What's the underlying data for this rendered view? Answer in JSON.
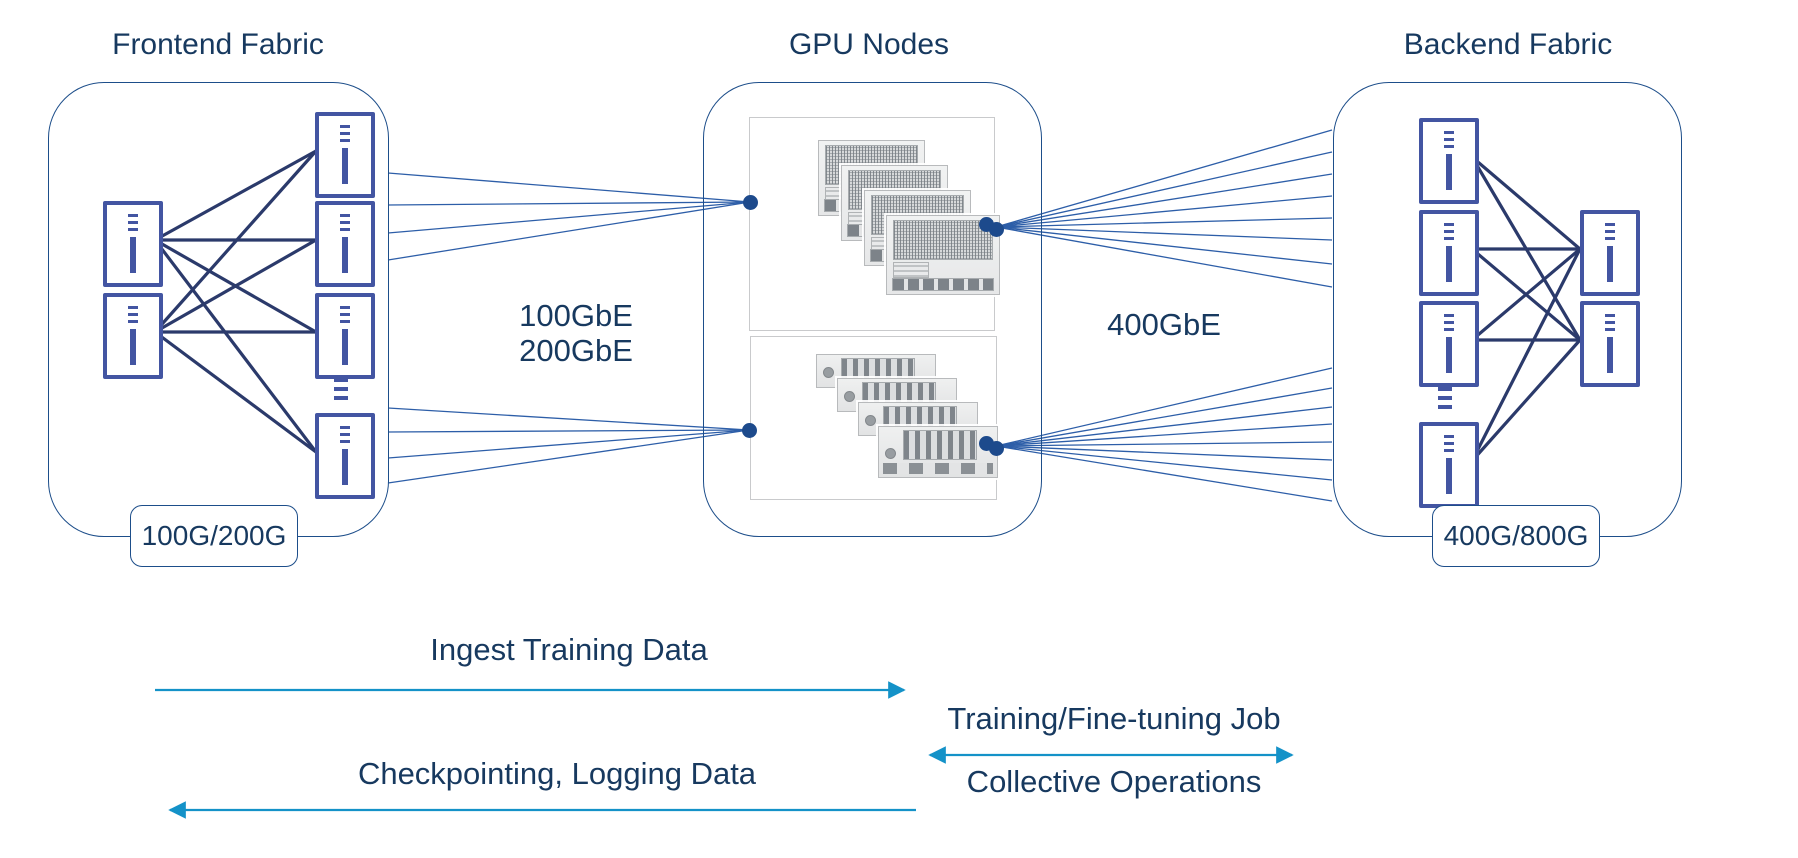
{
  "colors": {
    "navy": "#17395f",
    "outline": "#1d4e8a",
    "switch-blue": "#4355a2",
    "mesh-navy": "#2b3a6b",
    "link-line": "#2d5ea8",
    "dot": "#1d4a8c",
    "teal": "#1492c8",
    "box-gray": "#c9cacc"
  },
  "frontend_fabric": {
    "title": "Frontend Fabric",
    "badge": "100G/200G"
  },
  "gpu_nodes": {
    "title": "GPU Nodes"
  },
  "backend_fabric": {
    "title": "Backend Fabric",
    "badge": "400G/800G"
  },
  "links": {
    "frontend_gpu_speed_line1": "100GbE",
    "frontend_gpu_speed_line2": "200GbE",
    "gpu_backend_speed": "400GbE"
  },
  "flows": {
    "ingest": {
      "label": "Ingest Training Data",
      "direction": "right"
    },
    "checkpointing": {
      "label": "Checkpointing, Logging Data",
      "direction": "left"
    },
    "training": {
      "label": "Training/Fine-tuning Job",
      "direction": "bidirectional"
    },
    "collective": {
      "label": "Collective Operations",
      "direction": "bidirectional"
    }
  }
}
